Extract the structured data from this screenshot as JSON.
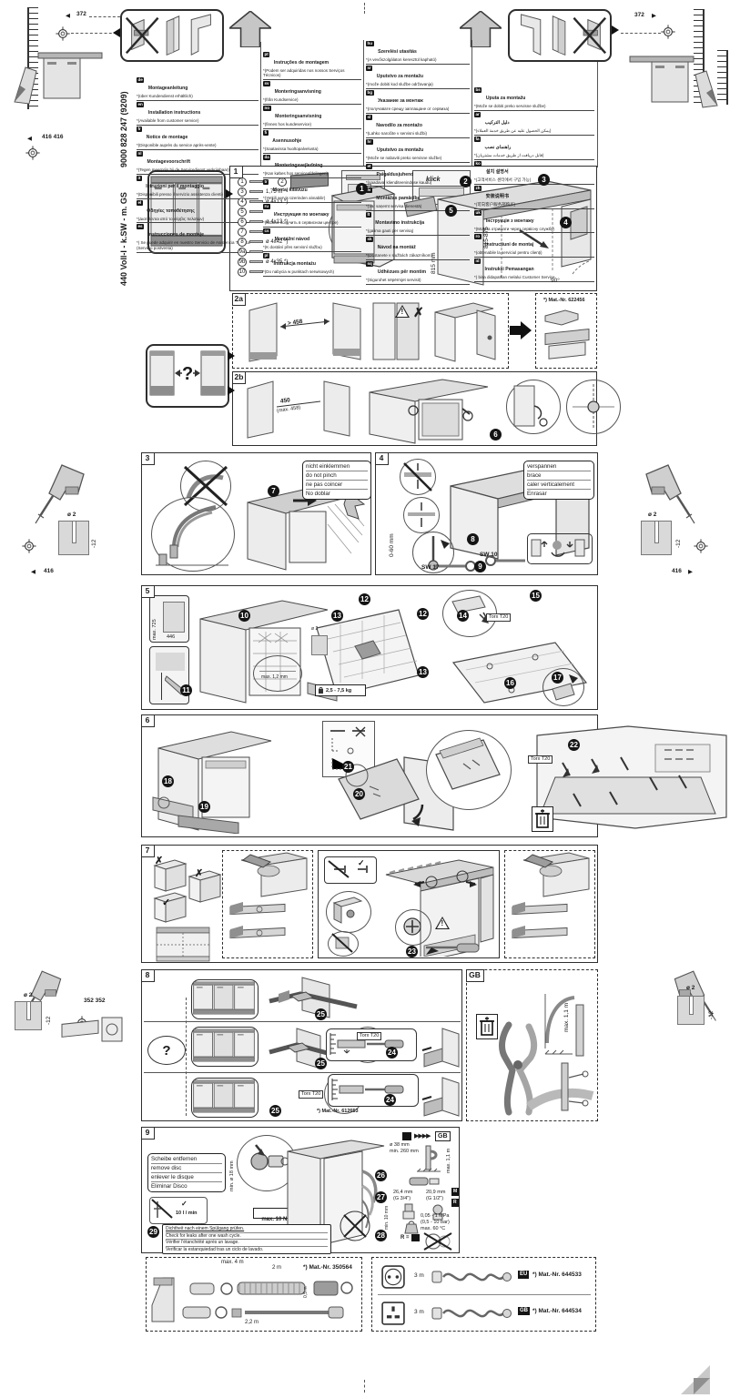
{
  "doc": {
    "number_rev": "9000 828 247    (9209)",
    "model": "440 Voll-I - k.SW - m. GS"
  },
  "icons": {
    "left_arrow": "◀",
    "right_arrow": "▶",
    "check": "✓",
    "cross": "✗",
    "scissors": "✂",
    "excl": "!",
    "question": "?"
  },
  "dims": {
    "top_left": "372",
    "top_right": "372",
    "left_416_pair": "416 416",
    "row1_left": "416",
    "row1_right": "416",
    "row2_left": "352 352",
    "drill_dia": "ø 2",
    "drill_depth": "-12"
  },
  "languages": {
    "col1": [
      {
        "code": "de",
        "title": "Montageanleitung",
        "note": "*(über Kundendienst erhältlich)"
      },
      {
        "code": "en",
        "title": "Installation instructions",
        "note": "*(Available from customer service)"
      },
      {
        "code": "fr",
        "title": "Notice de montage",
        "note": "*(Disponible auprès du service après-vente)"
      },
      {
        "code": "nl",
        "title": "Montagevoorschrift",
        "note": "*(Tegen meerprijs bij de Servicedienst verkrijgbaar)"
      },
      {
        "code": "it",
        "title": "Istruzioni per il montaggio",
        "note": "*(Disponibili presso il servizio assistenza clienti)"
      },
      {
        "code": "el",
        "title": "Οδηγίες τοποθέτησης",
        "note": "*(Διατίθενται από το σέρβις πελατών)"
      },
      {
        "code": "es",
        "title": "Instrucciones de montaje",
        "note": "*) Se puede adquirir en nuestro Servicio de Asistencia Técnica (Servicio postventa)"
      }
    ],
    "col2": [
      {
        "code": "pt",
        "title": "Instruções de montagem",
        "note": "*(Podem ser adquiridas nos nossos Serviços Técnicos)"
      },
      {
        "code": "sv",
        "title": "Monteringsanvisning",
        "note": "*(från Kundservice)"
      },
      {
        "code": "no",
        "title": "Monteringsanvisning",
        "note": "*(finnes hos kundeservice)"
      },
      {
        "code": "fi",
        "title": "Asennusohje",
        "note": "*(Saatavissa huoltopalvelusta)"
      },
      {
        "code": "da",
        "title": "Monteringsvejledning",
        "note": "*(Kan købes hos serviceafdelingen)"
      },
      {
        "code": "tr",
        "title": "Montaj kılavuzu",
        "note": "*(Yetkili servis üzerinden alınabilir)"
      },
      {
        "code": "ru",
        "title": "Инструкция по монтажу",
        "note": "*(Можно получить в сервисном центре)"
      },
      {
        "code": "cs",
        "title": "Montážní návod",
        "note": "*(K dostání přes servisní službu)"
      },
      {
        "code": "pl",
        "title": "Instrukcja montażu",
        "note": "*(Do nabycia w punktach serwisowych)"
      }
    ],
    "col3": [
      {
        "code": "hu",
        "title": "Szerelési utasítás",
        "note": "*(A vevőszolgálaton keresztül kapható)"
      },
      {
        "code": "sr",
        "title": "Uputstvo za montažu",
        "note": "*(može dobiti kod službe održavanja)"
      },
      {
        "code": "bg",
        "title": "Указание за монтаж",
        "note": "*(получавате срещу заплащане от сервиза)"
      },
      {
        "code": "sl",
        "title": "Navodilo za montažo",
        "note": "*(Lahko naročite v servisni službi)"
      },
      {
        "code": "hr",
        "title": "Uputstvo za montažu",
        "note": "*(Može se nabaviti preko servisne službe)"
      },
      {
        "code": "et",
        "title": "Paigaldusjuhend",
        "note": "*(saadaval klienditeeninduse kaudu)"
      },
      {
        "code": "lv",
        "title": "Montāžas pamācība",
        "note": "*(Var saņemt servisa dienestā)"
      },
      {
        "code": "lt",
        "title": "Montavimo instrukcija",
        "note": "*(galima gauti per servisą)"
      },
      {
        "code": "sk",
        "title": "Návod na montáž",
        "note": "*(Dostanete v službách zákazníkom)"
      },
      {
        "code": "sq",
        "title": "Udhëzues për montim",
        "note": "*(Sigurohet nëpërmjet servisit)"
      }
    ],
    "col4": [
      {
        "code": "bs",
        "title": "Uputa za montažu",
        "note": "*(Može se dobiti preko servisne službe)"
      },
      {
        "code": "ar",
        "title": "دليل التركيب",
        "note": "*(يمكن الحصول عليه عن طريق خدمة العملاء)"
      },
      {
        "code": "fa",
        "title": "راهنمای نصب",
        "note": "*(قابل دریافت از طریق خدمات مشتریان)"
      },
      {
        "code": "ko",
        "title": "설치 설명서",
        "note": "*(고객서비스 센터에서 구입 가능)"
      },
      {
        "code": "zh",
        "title": "安装说明书",
        "note": "*(可向客户服务部购买)"
      },
      {
        "code": "uk",
        "title": "Інструкція з монтажу",
        "note": "*(Можна отримати через сервісну службу)"
      },
      {
        "code": "ro",
        "title": "Instrucțiuni de montaj",
        "note": "*(obtenabile la serviciul pentru clienți)"
      },
      {
        "code": "id",
        "title": "Instruksi Pemasangan",
        "note": "*) bisa didapatkan melalui Customer Service"
      }
    ]
  },
  "panel1": {
    "label": "1",
    "parts": [
      {
        "num": "1",
        "spec": ""
      },
      {
        "num": "3",
        "spec": "1,75 m"
      },
      {
        "num": "4",
        "spec": "ø 4x13 *)"
      },
      {
        "num": "5",
        "spec": ""
      },
      {
        "num": "6",
        "spec": "ø 4x13 *)"
      },
      {
        "num": "7",
        "spec": ""
      },
      {
        "num": "8",
        "spec": "ø 4x42 *)"
      },
      {
        "num": "9a",
        "spec": ""
      },
      {
        "num": "9b",
        "spec": "ø 4x35 *)"
      },
      {
        "num": "10",
        "spec": ""
      }
    ],
    "part2_num": "2",
    "klick": "klick",
    "height_range": "815-875",
    "height": "815 mm",
    "angle": "90°",
    "steps": [
      "1",
      "2",
      "3",
      "4",
      "5"
    ]
  },
  "panel2a": {
    "label": "2a",
    "dim": "> 458",
    "mat_nr": "*) Mat.-Nr. 622456"
  },
  "panel2b": {
    "label": "2b",
    "dim": "450",
    "dim_max": "(max. 458)",
    "step": "6"
  },
  "panel3": {
    "label": "3",
    "step": "7",
    "note": [
      "nicht einklemmen",
      "do not pinch",
      "ne pas coincer",
      "No doblar"
    ]
  },
  "panel4": {
    "label": "4",
    "note": [
      "verspannen",
      "brace",
      "caler verticalement",
      "Enrasar"
    ],
    "step8": "8",
    "step9": "9",
    "sw17": "SW 17",
    "sw10": "SW 10",
    "range": "0-60 mm"
  },
  "panel5": {
    "label": "5",
    "h": "max. 725",
    "w": "446",
    "gap": "max. 1,2 mm",
    "weight": "2,5 - 7,5 kg",
    "torx": "Torx T20",
    "callouts": [
      "10",
      "11",
      "12",
      "13",
      "12",
      "13",
      "14",
      "15",
      "16",
      "17"
    ]
  },
  "panel6": {
    "label": "6",
    "torx": "Torx T20",
    "callouts": [
      "18",
      "19",
      "20",
      "21",
      "22"
    ]
  },
  "panel7": {
    "label": "7",
    "step": "23"
  },
  "panel8": {
    "label": "8",
    "torx": "Torx T20",
    "mat_nr": "*) Mat.-Nr. 612653",
    "callouts": [
      "25",
      "25",
      "25",
      "24",
      "24"
    ]
  },
  "panelgb": {
    "label": "GB",
    "len": "max. 1,1 m"
  },
  "panel9": {
    "label": "9",
    "note": [
      "Scheibe entfernen",
      "remove disc",
      "enlever le disque",
      "Eliminar Disco"
    ],
    "dia18": "min. ø 18 mm",
    "flow": "10 l / min",
    "torque": "max. 10 Nm",
    "callouts": [
      "26",
      "27",
      "28",
      "29"
    ],
    "gb_arrows": "▶▶▶▶",
    "gb": "GB",
    "hole": "ø 38 mm",
    "hole_min": "min. 260 mm",
    "hose_len": "max. 1,1 m",
    "g34a": "26,4 mm",
    "g34b": "(G 3/4\")",
    "g12a": "20,9 mm",
    "g12b": "(G 1/2\")",
    "min10": "min. 10 mm",
    "m": "M",
    "r": "R",
    "p1": "0,05 - 1 MPa",
    "p2": "(0,5 - 10 bar)",
    "p3": "max. 60 °C",
    "req": "R =",
    "leak_note": [
      "Dichtheit nach einem Spülgang prüfen.",
      "Check for leaks after one wash cycle.",
      "Vérifier l'étanchéité après un lavage.",
      "Verificar la estanquiedad tras un ciclo de lavado."
    ]
  },
  "bottom_left": {
    "max4": "max. 4 m",
    "l2": "2 m",
    "l22": "2,2 m",
    "l05": "0,5 m",
    "mat_nr": "*) Mat.-Nr. 350564"
  },
  "bottom_right": {
    "rows": [
      {
        "len": "3 m",
        "region": "EU",
        "mat": "*) Mat.-Nr. 644533"
      },
      {
        "len": "3 m",
        "region": "GB",
        "mat": "*) Mat.-Nr. 644534"
      }
    ]
  }
}
